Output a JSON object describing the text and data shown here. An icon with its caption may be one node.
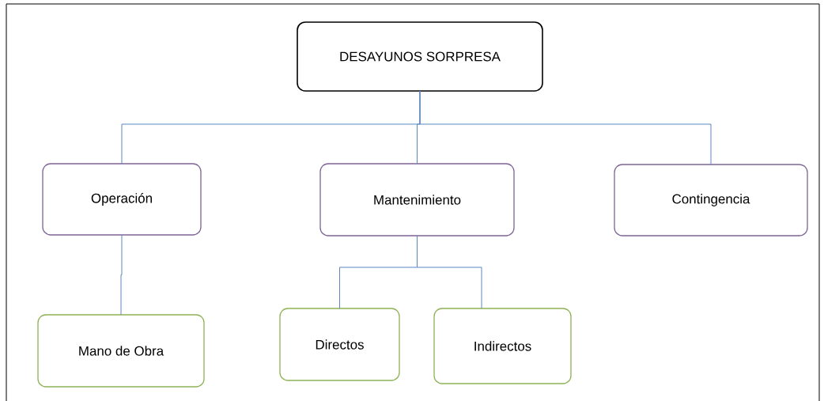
{
  "diagram": {
    "nodes": [
      {
        "text": [
          "DESAYUNOS SORPRESA"
        ]
      },
      {
        "text": [
          "Operación"
        ]
      },
      {
        "text": [
          "Mantenimiento"
        ]
      },
      {
        "text": [
          "Contingencia"
        ]
      },
      {
        "text": [
          "Mano de Obra"
        ]
      },
      {
        "text": [
          "Directos"
        ]
      },
      {
        "text": [
          "Indirectos"
        ]
      }
    ],
    "edges": [
      {
        "from": 0,
        "to": 1,
        "arrow": "none"
      },
      {
        "from": 0,
        "to": 2,
        "arrow": "none"
      },
      {
        "from": 0,
        "to": 3,
        "arrow": "none"
      },
      {
        "from": 1,
        "to": 4,
        "arrow": "none"
      },
      {
        "from": 2,
        "to": 5,
        "arrow": "none"
      },
      {
        "from": 2,
        "to": 6,
        "arrow": "none"
      }
    ]
  }
}
